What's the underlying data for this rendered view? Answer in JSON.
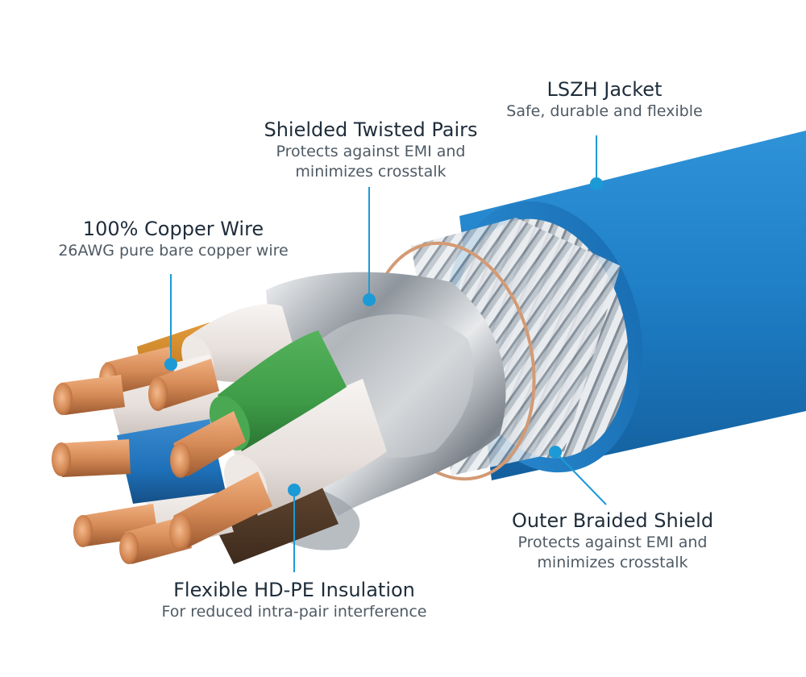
{
  "colors": {
    "jacket": "#1f7fc7",
    "jacket_dark": "#11579a",
    "copper": "#d68b57",
    "callout": "#1c9ad6",
    "green_insulation": "#3d9a46",
    "blue_insulation": "#1e70b8",
    "orange_insulation": "#cf8623",
    "brown_insulation": "#5a3f2c",
    "white_insulation": "#ece7e4"
  },
  "labels": {
    "lszh": {
      "title": "LSZH Jacket",
      "desc": "Safe, durable and flexible"
    },
    "stp": {
      "title": "Shielded Twisted Pairs",
      "desc1": "Protects against EMI and",
      "desc2": "minimizes crosstalk"
    },
    "copper": {
      "title": "100% Copper Wire",
      "desc": "26AWG pure bare copper wire"
    },
    "outer": {
      "title": "Outer Braided Shield",
      "desc1": "Protects against EMI and",
      "desc2": "minimizes crosstalk"
    },
    "hdpe": {
      "title": "Flexible HD-PE Insulation",
      "desc": "For reduced intra-pair interference"
    }
  }
}
